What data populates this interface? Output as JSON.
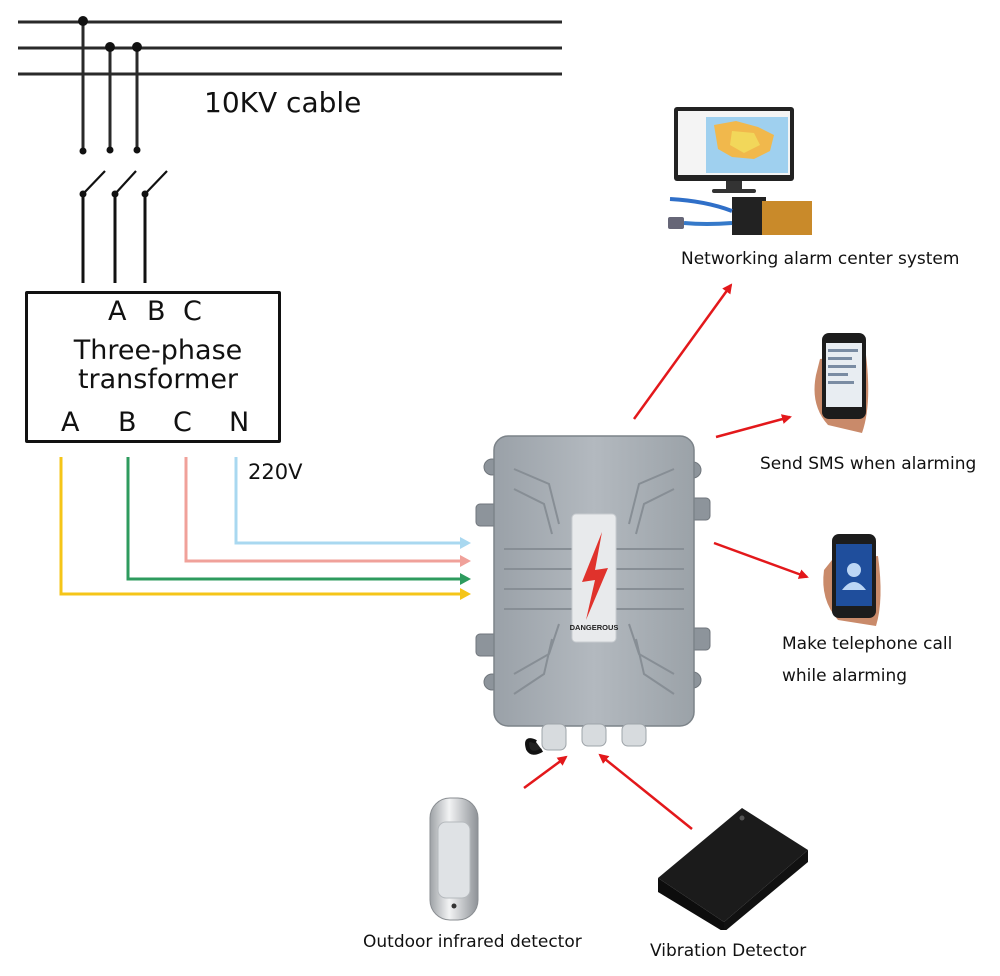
{
  "diagram": {
    "cable": {
      "label": "10KV cable",
      "phase_count": 3
    },
    "transformer": {
      "input_terminals": [
        "A",
        "B",
        "C"
      ],
      "title_line1": "Three-phase",
      "title_line2": "transformer",
      "output_terminals": [
        "A",
        "B",
        "C",
        "N"
      ]
    },
    "supply": {
      "voltage_label": "220V",
      "wires": [
        {
          "terminal": "A",
          "color": "#f5c518"
        },
        {
          "terminal": "B",
          "color": "#2e9b5e"
        },
        {
          "terminal": "C",
          "color": "#f0a19a"
        },
        {
          "terminal": "N",
          "color": "#a9d8f0"
        }
      ]
    },
    "device": {
      "label_plate": "DANGEROUS",
      "body_color": "#a7adb3",
      "bolt_color": "#e0322c"
    },
    "outputs": [
      {
        "id": "alarm-center",
        "caption": "Networking alarm center system"
      },
      {
        "id": "sms",
        "caption": "Send SMS when alarming"
      },
      {
        "id": "call",
        "caption_line1": "Make telephone call",
        "caption_line2": "while alarming"
      }
    ],
    "inputs": [
      {
        "id": "infrared",
        "caption": "Outdoor infrared detector"
      },
      {
        "id": "vibration",
        "caption": "Vibration Detector"
      }
    ],
    "arrow_color": "#e3181b",
    "line_color": "#222222"
  }
}
